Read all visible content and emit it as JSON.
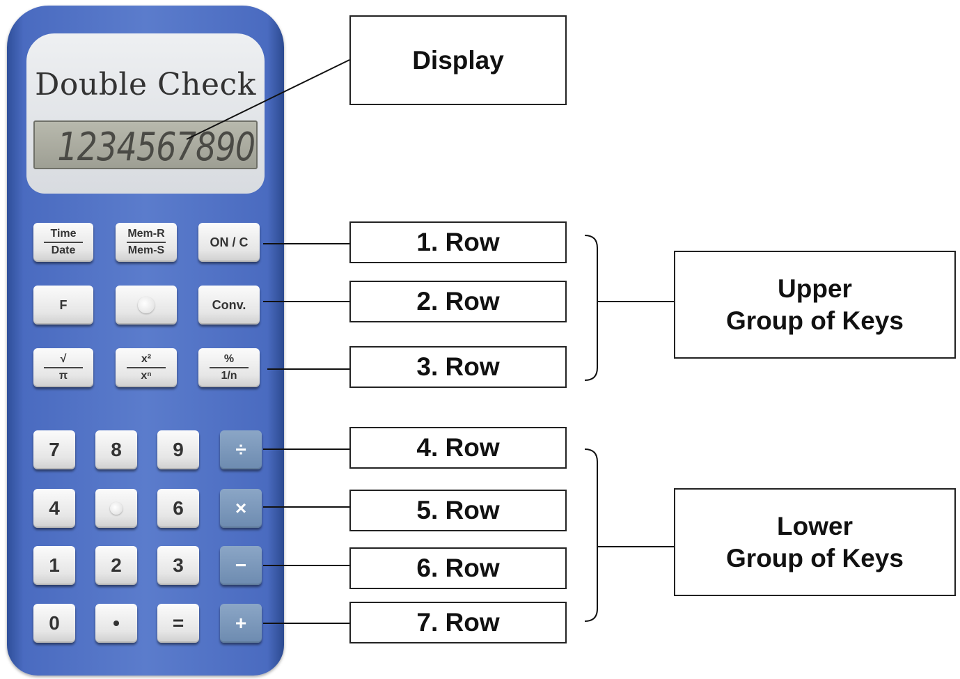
{
  "device": {
    "brand": "Double Check",
    "display_value": "1234567890"
  },
  "keys": {
    "row1": [
      {
        "top": "Time",
        "bottom": "Date"
      },
      {
        "top": "Mem-R",
        "bottom": "Mem-S"
      },
      {
        "label": "ON / C"
      }
    ],
    "row2": [
      {
        "label": "F"
      },
      {
        "label": ""
      },
      {
        "label": "Conv."
      }
    ],
    "row3": [
      {
        "top": "√",
        "bottom": "π"
      },
      {
        "top": "x²",
        "bottom": "xⁿ"
      },
      {
        "top": "%",
        "bottom": "1/n"
      }
    ],
    "row4": [
      "7",
      "8",
      "9",
      "÷"
    ],
    "row5": [
      "4",
      "",
      "6",
      "×"
    ],
    "row6": [
      "1",
      "2",
      "3",
      "−"
    ],
    "row7": [
      "0",
      "•",
      "=",
      "+"
    ]
  },
  "callouts": {
    "display": "Display",
    "rows": [
      "1. Row",
      "2. Row",
      "3. Row",
      "4. Row",
      "5. Row",
      "6. Row",
      "7. Row"
    ],
    "upper_group": [
      "Upper",
      "Group of Keys"
    ],
    "lower_group": [
      "Lower",
      "Group of Keys"
    ]
  },
  "colors": {
    "calculator_body": "#4a6bc0",
    "operator_keys": "#7592b8",
    "lcd": "#aeafa3"
  }
}
